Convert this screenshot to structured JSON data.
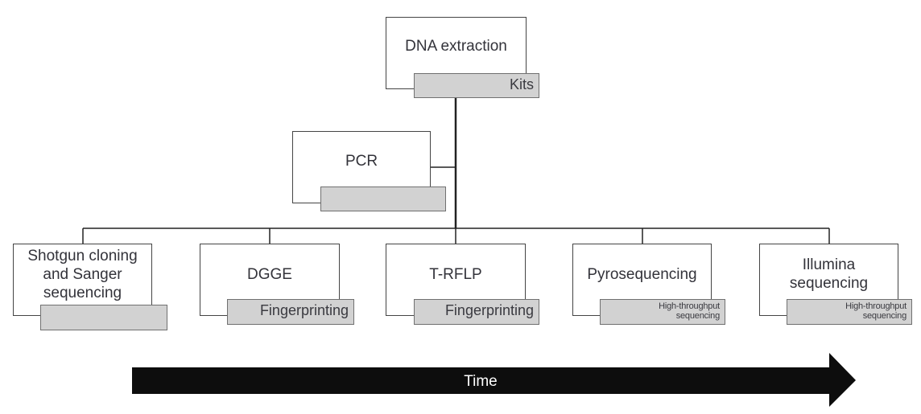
{
  "nodes": {
    "dna": {
      "title": "DNA extraction",
      "tag": "Kits"
    },
    "pcr": {
      "title": "PCR",
      "tag": ""
    },
    "shotgun": {
      "title": "Shotgun cloning\nand Sanger\nsequencing",
      "tag": ""
    },
    "dgge": {
      "title": "DGGE",
      "tag": "Fingerprinting"
    },
    "trflp": {
      "title": "T-RFLP",
      "tag": "Fingerprinting"
    },
    "pyro": {
      "title": "Pyrosequencing",
      "tag": "High-throughput\nsequencing"
    },
    "illumina": {
      "title": "Illumina\nsequencing",
      "tag": "High-throughput\nsequencing"
    }
  },
  "timeline": {
    "label": "Time"
  },
  "colors": {
    "box_border": "#444444",
    "tag_fill": "#d2d2d2",
    "tag_border": "#707070",
    "arrow_fill": "#0d0d0d",
    "connector": "#222222"
  }
}
